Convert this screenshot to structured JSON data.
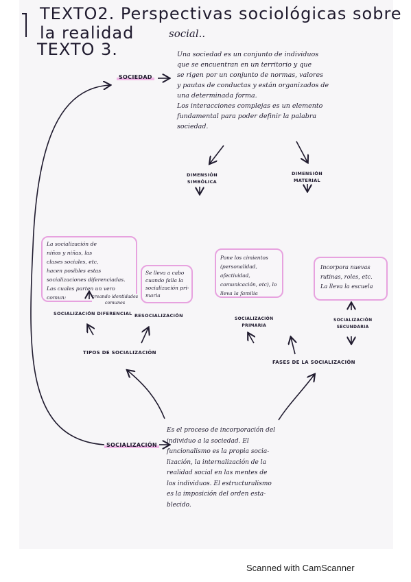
{
  "header": {
    "title": "TEXTO2. Perspectivas sociológicas sobre la realidad",
    "title_cont": "social..",
    "texto3": "TEXTO 3."
  },
  "sociedad": {
    "label": "SOCIEDAD",
    "definition": "Una sociedad es un conjunto de individuos\nque se encuentran en un territorio y que\nse rigen por un conjunto de normas, valores\ny pautas de conductas y están organizados de\nuna determinada forma.\nLos interacciones complejas es un elemento\nfundamental para poder definir la palabra\nsociedad."
  },
  "dimensions": {
    "simbolica": "DIMENSIÓN\nSIMBÓLICA",
    "material": "DIMENSIÓN\nMATERIAL"
  },
  "boxes": {
    "diferencial": "La socialización de\nniños y niñas, las\nclases sociales, etc,\nhacen posibles estas\nsocializaciones diferenciadas.\nLas cuales parten un vero comun:",
    "creando": "creando identidades\ncomunes",
    "resocializacion": "Se lleva a cabo\ncuando falla la\nsocialización pri-\nmaria",
    "primaria": "Pone los cimientos\n(personalidad, afectividad,\ncomunicación, etc), lo\nlleva la familia",
    "secundaria": "Incorpora nuevas\nrutinas, roles, etc.\nLa lleva la escuela"
  },
  "labels": {
    "diferencial": "SOCIALIZACIÓN DIFERENCIAL",
    "resocializacion": "RESOCIALIZACIÓN",
    "primaria": "SOCIALIZACIÓN\nPRIMARIA",
    "secundaria": "SOCIALIZACIÓN\nSECUNDARIA",
    "tipos": "TIPOS DE SOCIALIZACIÓN",
    "fases": "FASES DE LA SOCIALIZACIÓN",
    "socializacion": "SOCIALIZACIÓN"
  },
  "socializacion_definition": "Es el proceso de incorporación del\nindividuo a la sociedad. El\nfuncionalismo es la propia socia-\nlización, la internalización de la\nrealidad social en las mentes de\nlos individuos. El estructuralismo\nes la imposición del orden esta-\nblecido.",
  "footer": "Scanned with CamScanner",
  "colors": {
    "ink": "#1f1a2e",
    "highlight": "#e7a2df"
  }
}
